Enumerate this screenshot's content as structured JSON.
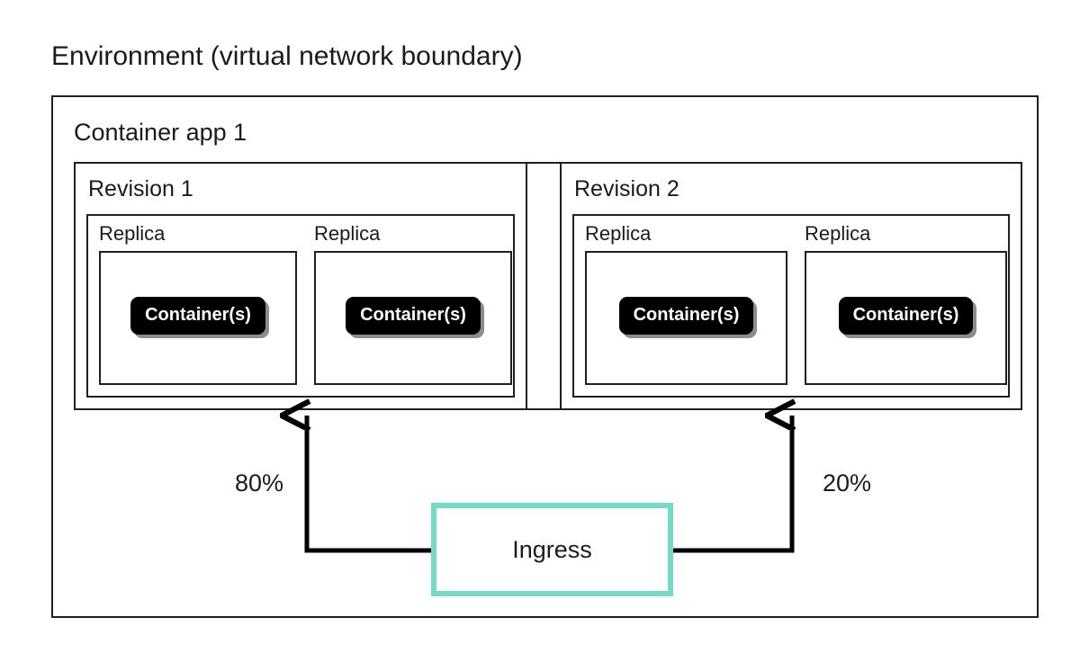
{
  "diagram": {
    "caption": "Environment (virtual network boundary)",
    "app": {
      "title": "Container app 1"
    },
    "revisions": [
      {
        "title": "Revision 1",
        "traffic_percent": "80%",
        "replicas": [
          {
            "label": "Replica",
            "container_label": "Container(s)"
          },
          {
            "label": "Replica",
            "container_label": "Container(s)"
          }
        ]
      },
      {
        "title": "Revision 2",
        "traffic_percent": "20%",
        "replicas": [
          {
            "label": "Replica",
            "container_label": "Container(s)"
          },
          {
            "label": "Replica",
            "container_label": "Container(s)"
          }
        ]
      }
    ],
    "ingress": {
      "label": "Ingress",
      "border_color": "#74DBC8"
    },
    "colors": {
      "stroke": "#231f20",
      "text": "#1b1b1b",
      "accent": "#74DBC8",
      "container_fill": "#000000",
      "container_text": "#ffffff",
      "container_shadow": "#787878",
      "background": "#ffffff"
    },
    "connectors": [
      {
        "name": "ingress-to-revision-1",
        "from": "ingress-left",
        "to": "revision-1-bottom",
        "label": "80%"
      },
      {
        "name": "ingress-to-revision-2",
        "from": "ingress-right",
        "to": "revision-2-bottom",
        "label": "20%"
      }
    ]
  }
}
